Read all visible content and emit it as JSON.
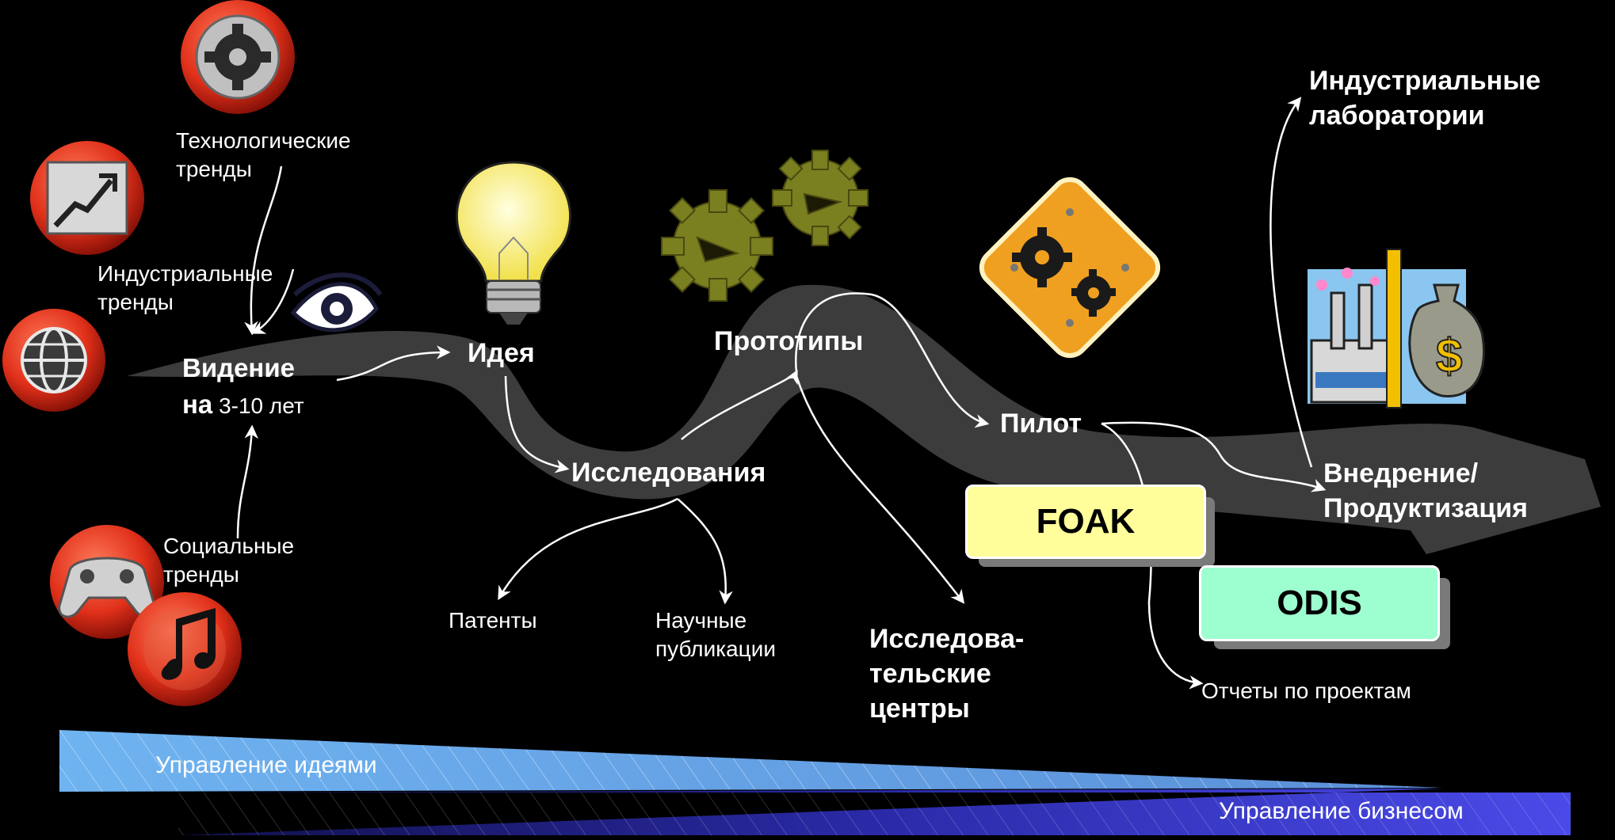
{
  "colors": {
    "background": "#000000",
    "road": "#3a3a3a",
    "foak_box": "#fffe9a",
    "odis_box": "#9dffcf",
    "idea_band": "#6fb3f0",
    "business_band": "#3a3ad8"
  },
  "icons": {
    "tech": "gear-icon",
    "industry": "chart-icon",
    "global": "globe-icon",
    "social_games": "gamepad-icon",
    "social_music": "music-note-icon",
    "vision": "eye-icon",
    "idea": "lightbulb-icon",
    "prototypes": "gears-icon",
    "pilot": "warning-gears-icon",
    "deployment": "factory-money-icon"
  },
  "labels": {
    "tech_trends": "Технологические\nтренды",
    "industry_trends": "Индустриальные\nтренды",
    "social_trends": "Социальные\nтренды",
    "vision_bold1": "Видение",
    "vision_bold2": "на",
    "vision_rest": " 3-10 лет",
    "idea": "Идея",
    "research": "Исследования",
    "prototypes": "Прототипы",
    "pilot": "Пилот",
    "patents": "Патенты",
    "publications": "Научные\nпубликации",
    "research_centers": "Исследова-\nтельские\nцентры",
    "industrial_labs": "Индустриальные\nлаборатории",
    "deployment": "Внедрение/\nПродуктизация",
    "project_reports": "Отчеты по проектам",
    "foak": "FOAK",
    "odis": "ODIS",
    "idea_management": "Управление идеями",
    "business_management": "Управление бизнесом"
  }
}
